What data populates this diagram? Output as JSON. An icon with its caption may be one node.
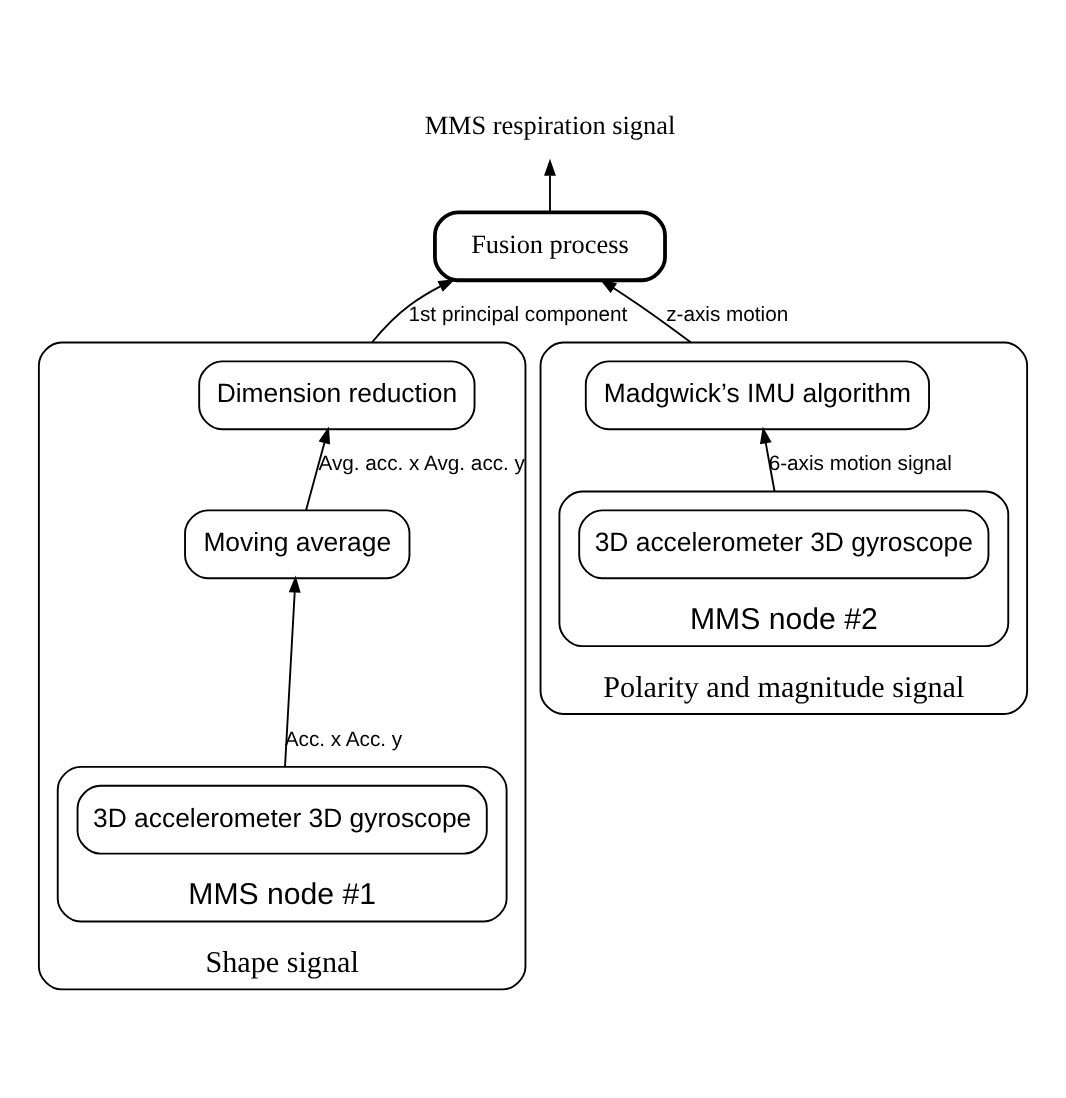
{
  "diagram": {
    "nodes": [
      {
        "text": [
          "MMS respiration signal"
        ]
      },
      {
        "text": [
          "Fusion process"
        ]
      },
      {
        "text": [
          "Shape signal"
        ]
      },
      {
        "text": [
          "Dimension reduction"
        ],
        "in": 2
      },
      {
        "text": [
          "Moving average"
        ],
        "in": 2
      },
      {
        "text": [
          "MMS node #1"
        ],
        "in": 2
      },
      {
        "text": [
          "3D accelerometer 3D gyroscope"
        ],
        "in": 5
      },
      {
        "text": [
          "Polarity and magnitude signal"
        ]
      },
      {
        "text": [
          "Madgwick’s IMU algorithm"
        ],
        "in": 7
      },
      {
        "text": [
          "MMS node #2"
        ],
        "in": 7
      },
      {
        "text": [
          "3D accelerometer 3D gyroscope"
        ],
        "in": 9
      }
    ],
    "edges": [
      {
        "from": 1,
        "to": 0,
        "arrow": "to"
      },
      {
        "from": 2,
        "to": 1,
        "arrow": "to",
        "label": "1st principal component"
      },
      {
        "from": 7,
        "to": 1,
        "arrow": "to",
        "label": "z-axis motion"
      },
      {
        "from": 4,
        "to": 3,
        "arrow": "to",
        "label": "Avg. acc. x Avg. acc. y"
      },
      {
        "from": 5,
        "to": 4,
        "arrow": "to",
        "label": "Acc. x Acc. y"
      },
      {
        "from": 9,
        "to": 8,
        "arrow": "to",
        "label": "6-axis motion signal"
      }
    ]
  }
}
